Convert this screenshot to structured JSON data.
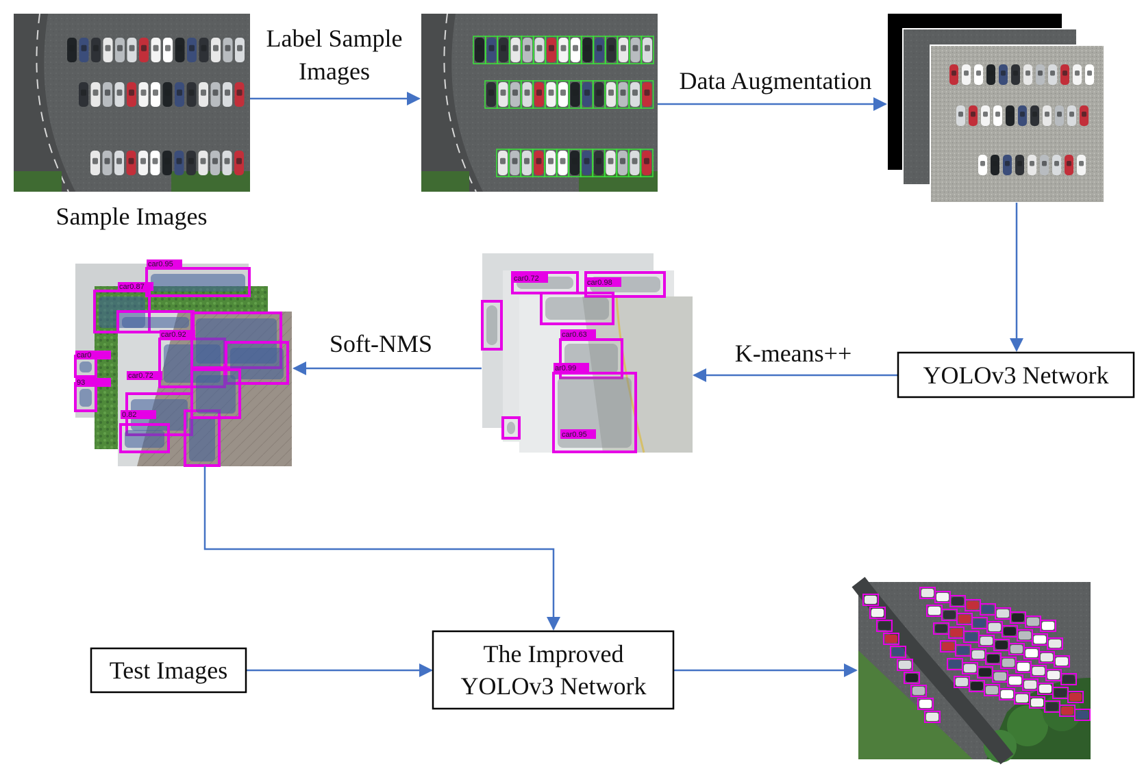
{
  "labels": {
    "sample_images": "Sample Images",
    "label_sample_line1": "Label Sample",
    "label_sample_line2": "Images",
    "data_augmentation": "Data Augmentation",
    "yolo_network": "YOLOv3 Network",
    "kmeans": "K-means++",
    "soft_nms": "Soft-NMS",
    "test_images": "Test Images",
    "improved_line1": "The Improved",
    "improved_line2": "YOLOv3 Network"
  },
  "detections_a": [
    "car0.95",
    "car0.87",
    "car0.92",
    "car0.72",
    "0.82",
    "car0",
    "93"
  ],
  "detections_b": [
    "car0.72",
    "car0.98",
    "car0.63",
    "ar0.99",
    "car0.95"
  ],
  "colors": {
    "arrow": "#4472c4",
    "detection_box": "#e600e6",
    "annotation_box": "#39e639",
    "asphalt": "#5c5f60",
    "text": "#111111"
  }
}
